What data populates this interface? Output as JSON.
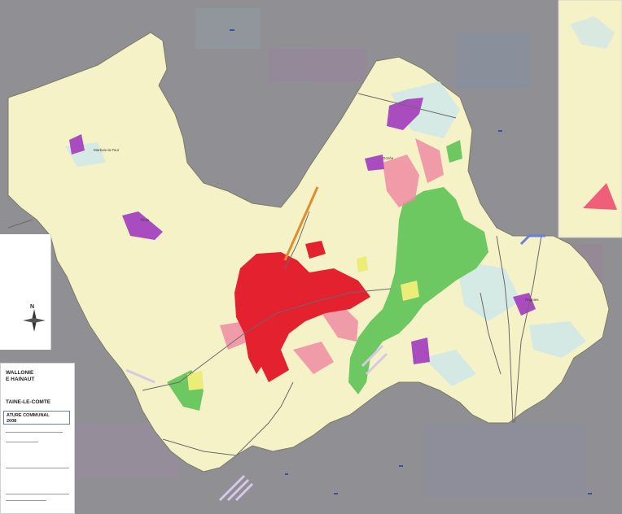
{
  "map": {
    "place_labels": [
      {
        "key": "p1",
        "text": "Marbaix-la-Tour"
      },
      {
        "key": "p2",
        "text": "Thuin"
      },
      {
        "key": "p3",
        "text": "Gozée"
      },
      {
        "key": "p4",
        "text": "Ragnies"
      }
    ],
    "compass_label": "N",
    "colors": {
      "background": "#8f8f94",
      "land": "#f4f2c6",
      "urban": "#e3212f",
      "forest": "#6ec862",
      "industry": "#a94cbf",
      "pink_zone": "#f08ca3"
    }
  },
  "title_block": {
    "line1": "WALLONIE",
    "line2": "E HAINAUT",
    "line3": "TAINE-LE-COMTE",
    "framed1": "ATURE COMMUNAL",
    "framed2": "2008"
  },
  "icons": [
    "compass-rose-icon"
  ]
}
